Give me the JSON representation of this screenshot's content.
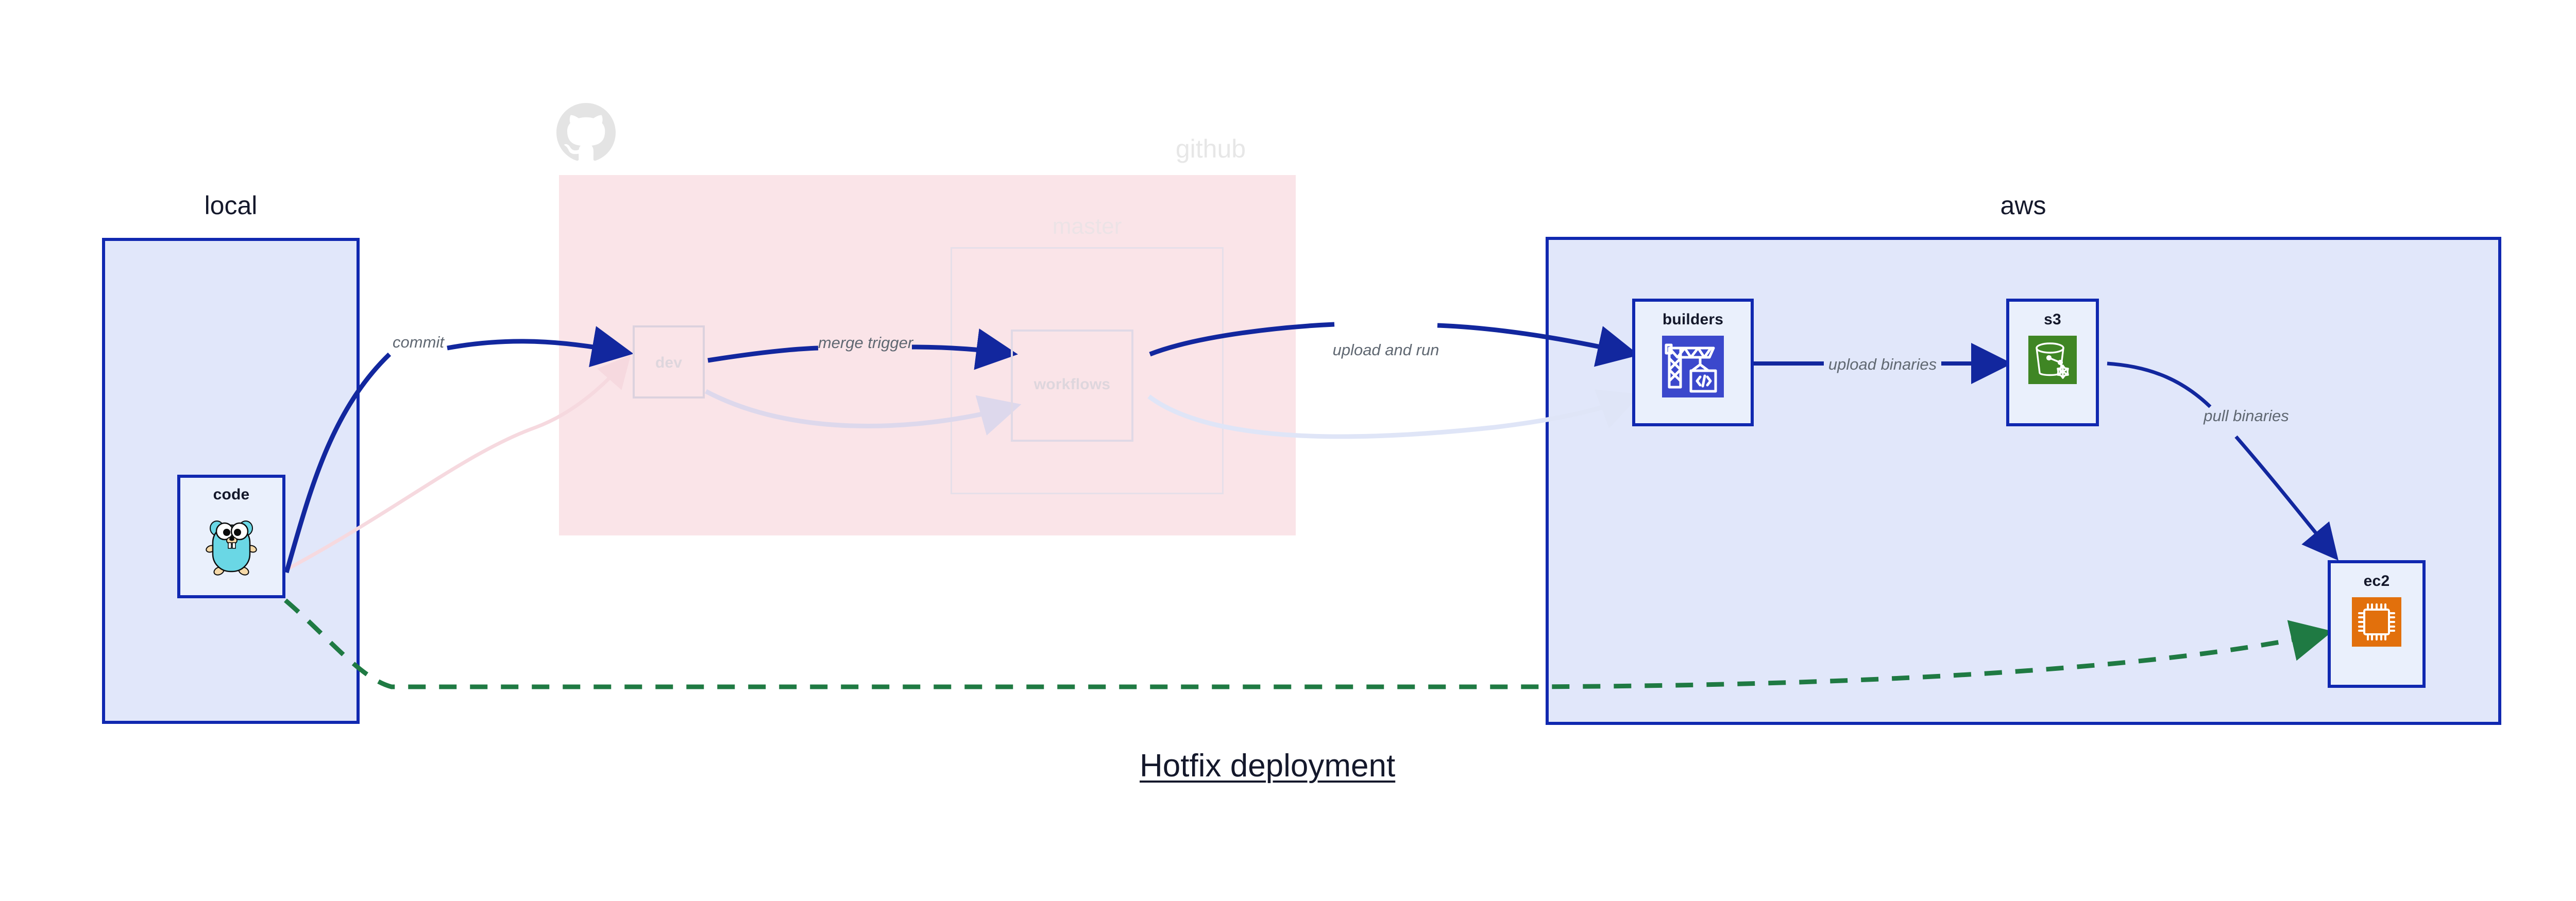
{
  "diagram": {
    "title": "Hotfix deployment",
    "title_color": "#14182b",
    "background": "#ffffff"
  },
  "palette": {
    "zone_border_blue": "#1028b0",
    "zone_fill_blue": "#e1e7fa",
    "github_fill_pink": "#fae4e8",
    "arrow_blue": "#12279e",
    "arrow_green": "#1f7a43",
    "label_gray": "#606872",
    "node_fill": "#eaf0fc",
    "node_border": "#1028b0",
    "faded_border": "#dcd2de",
    "faded_text": "#ded6dd",
    "codebuild_blue": "#3b48cc",
    "s3_green": "#3f8624",
    "ec2_orange": "#e2700c",
    "gopher_cyan": "#6ad7e5",
    "github_logo_gray": "#e4e4e4"
  },
  "zones": [
    {
      "id": "local",
      "title": "local",
      "title_color": "#14182b",
      "faded": false
    },
    {
      "id": "github",
      "title": "github",
      "title_color": "#e7e7e7",
      "faded": true,
      "logo": "github-octocat-logo",
      "inner": {
        "id": "master",
        "title": "master"
      }
    },
    {
      "id": "aws",
      "title": "aws",
      "title_color": "#14182b",
      "faded": false
    }
  ],
  "nodes": [
    {
      "id": "code",
      "label": "code",
      "icon": "go-gopher-icon",
      "zone": "local",
      "faded": false
    },
    {
      "id": "dev",
      "label": "dev",
      "icon": "none",
      "zone": "github",
      "faded": true
    },
    {
      "id": "workflows",
      "label": "workflows",
      "icon": "none",
      "zone": "github",
      "faded": true
    },
    {
      "id": "builders",
      "label": "builders",
      "icon": "aws-codebuild-icon",
      "zone": "aws",
      "faded": false
    },
    {
      "id": "s3",
      "label": "s3",
      "icon": "aws-s3-bucket-icon",
      "zone": "aws",
      "faded": false
    },
    {
      "id": "ec2",
      "label": "ec2",
      "icon": "aws-ec2-chip-icon",
      "zone": "aws",
      "faded": false
    }
  ],
  "edges": [
    {
      "id": "commit",
      "label": "commit",
      "from": "code",
      "to": "dev",
      "style": "solid",
      "color": "#12279e",
      "faded": false
    },
    {
      "id": "merge-trigger",
      "label": "merge trigger",
      "from": "dev",
      "to": "workflows",
      "style": "solid",
      "color": "#12279e",
      "faded": false
    },
    {
      "id": "upload-and-run",
      "label": "upload and run",
      "from": "workflows",
      "to": "builders",
      "style": "solid",
      "color": "#12279e",
      "faded": false
    },
    {
      "id": "upload-binaries",
      "label": "upload binaries",
      "from": "builders",
      "to": "s3",
      "style": "solid",
      "color": "#12279e",
      "faded": false
    },
    {
      "id": "pull-binaries",
      "label": "pull binaries",
      "from": "s3",
      "to": "ec2",
      "style": "solid",
      "color": "#12279e",
      "faded": false
    },
    {
      "id": "hotfix-direct",
      "label": "",
      "from": "code",
      "to": "ec2",
      "style": "dashed",
      "color": "#1f7a43",
      "faded": false
    },
    {
      "id": "ghost-code-dev",
      "label": "",
      "from": "code",
      "to": "dev",
      "style": "solid",
      "color": "#f6d9df",
      "faded": true
    },
    {
      "id": "ghost-dev-wf",
      "label": "",
      "from": "dev",
      "to": "workflows",
      "style": "solid",
      "color": "#ddd8ec",
      "faded": true
    },
    {
      "id": "ghost-wf-build",
      "label": "",
      "from": "workflows",
      "to": "builders",
      "style": "solid",
      "color": "#dfe5f7",
      "faded": true
    }
  ]
}
